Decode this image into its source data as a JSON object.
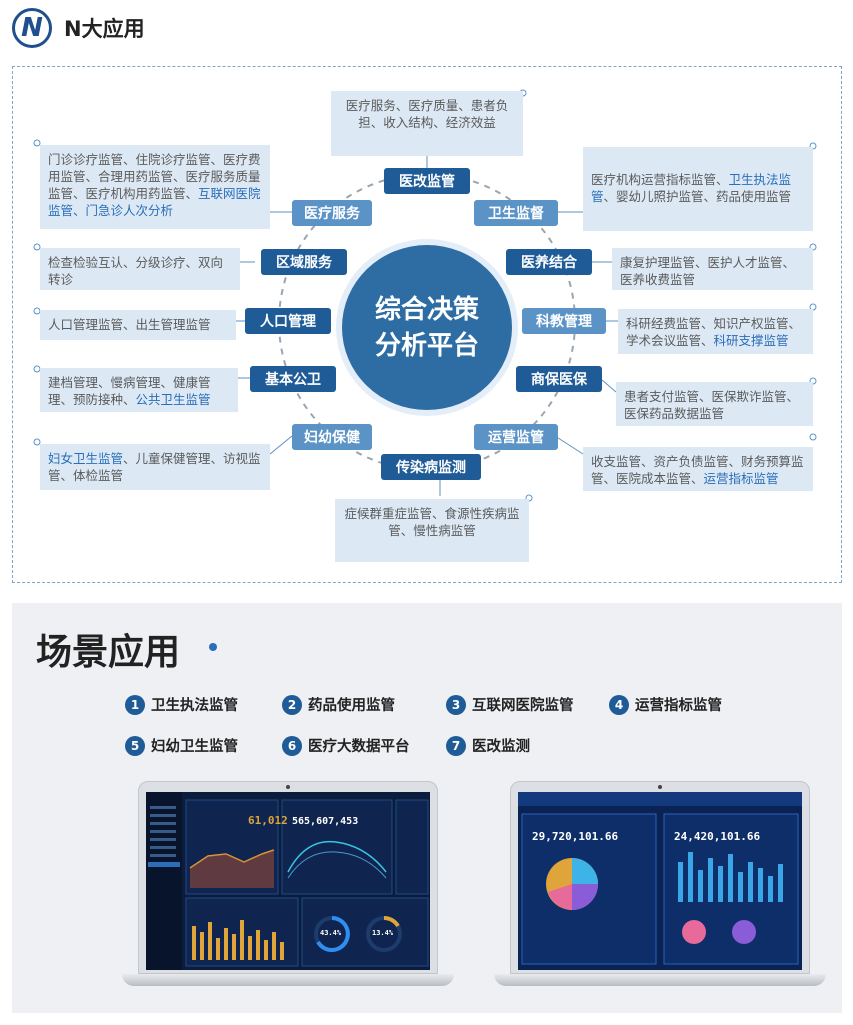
{
  "header": {
    "logo_letter": "N",
    "title": "N大应用"
  },
  "center": {
    "line1": "综合决策",
    "line2": "分析平台"
  },
  "nodes": {
    "yigai": {
      "label": "医改监管",
      "desc": "医疗服务、医疗质量、患者负担、收入结构、经济效益"
    },
    "weisheng": {
      "label": "卫生监督",
      "desc_a": "医疗机构运营指标监管、",
      "desc_hl": "卫生执法监管",
      "desc_b": "、婴幼儿照护监管、药品使用监管"
    },
    "yiyang": {
      "label": "医养结合",
      "desc": "康复护理监管、医护人才监管、医养收费监管"
    },
    "kejiao": {
      "label": "科教管理",
      "desc_a": "科研经费监管、知识产权监管、学术会议监管、",
      "desc_hl": "科研支撑监管"
    },
    "shangbao": {
      "label": "商保医保",
      "desc": "患者支付监管、医保欺诈监管、医保药品数据监管"
    },
    "yunying": {
      "label": "运营监管",
      "desc_a": "收支监管、资产负债监管、财务预算监管、医院成本监管、",
      "desc_hl": "运营指标监管"
    },
    "chuanran": {
      "label": "传染病监测",
      "desc": "症候群重症监管、食源性疾病监管、慢性病监管"
    },
    "fuyou": {
      "label": "妇幼保健",
      "desc_hl": "妇女卫生监管",
      "desc_b": "、儿童保健管理、访视监管、体检监管"
    },
    "jiben": {
      "label": "基本公卫",
      "desc_a": "建档管理、慢病管理、健康管理、预防接种、",
      "desc_hl": "公共卫生监管"
    },
    "renkou": {
      "label": "人口管理",
      "desc": "人口管理监管、出生管理监管"
    },
    "quyu": {
      "label": "区域服务",
      "desc": "检查检验互认、分级诊疗、双向转诊"
    },
    "yiliao": {
      "label": "医疗服务",
      "desc_a": "门诊诊疗监管、住院诊疗监管、医疗费用监管、合理用药监管、医疗服务质量监管、医疗机构用药监管、",
      "desc_hl": "互联网医院监管、门急诊人次分析"
    }
  },
  "scene": {
    "title": "场景应用",
    "items": [
      {
        "num": "1",
        "label": "卫生执法监管"
      },
      {
        "num": "2",
        "label": "药品使用监管"
      },
      {
        "num": "3",
        "label": "互联网医院监管"
      },
      {
        "num": "4",
        "label": "运营指标监管"
      },
      {
        "num": "5",
        "label": "妇幼卫生监管"
      },
      {
        "num": "6",
        "label": "医疗大数据平台"
      },
      {
        "num": "7",
        "label": "医改监测"
      }
    ],
    "laptop1": {
      "stat_a": "61,012",
      "stat_b": "565,607,453",
      "gauge_a": "43.4%",
      "gauge_b": "13.4%"
    },
    "laptop2": {
      "stat_a": "29,720,101.66",
      "stat_b": "24,420,101.66"
    }
  },
  "colors": {
    "primary": "#1e5b97",
    "secondary": "#5b93c6",
    "center": "#2d6da3",
    "desc_bg": "#dce9f5",
    "highlight": "#2a6db8"
  }
}
